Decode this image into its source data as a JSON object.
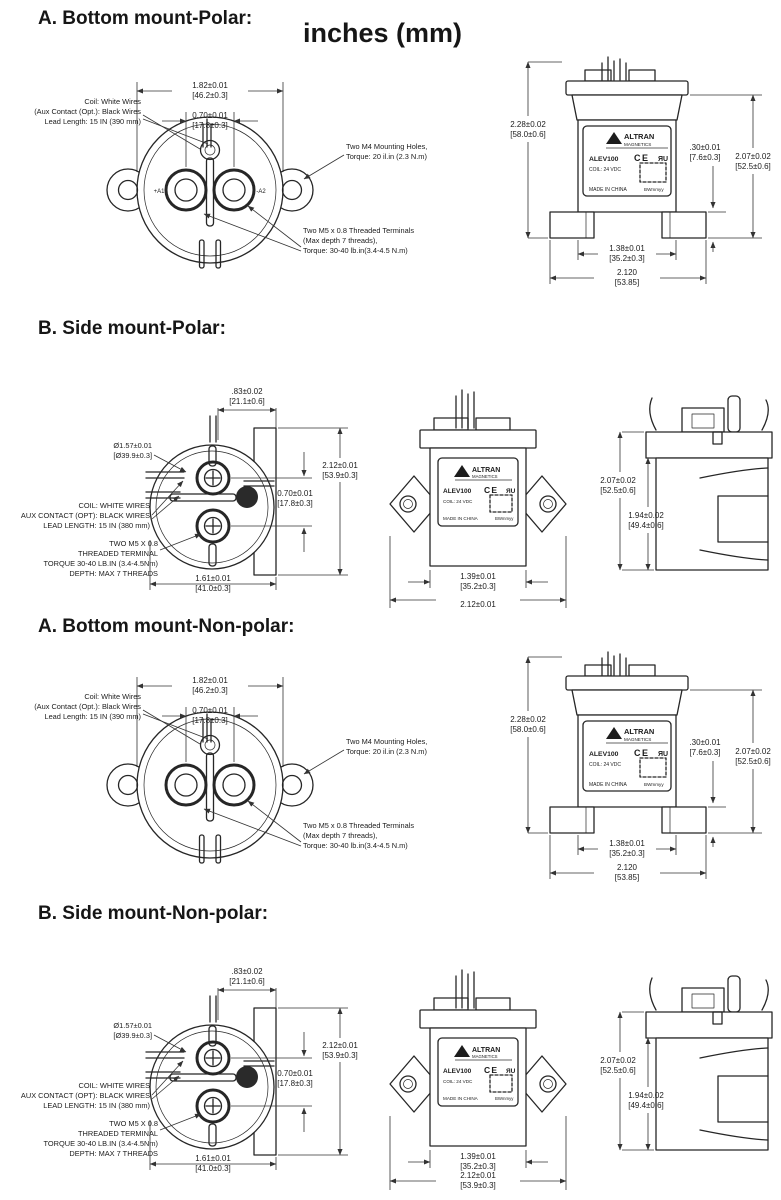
{
  "page": {
    "units_title": "inches (mm)"
  },
  "titles": {
    "a_polar": "A. Bottom mount-Polar:",
    "b_polar": "B. Side mount-Polar:",
    "a_nonpolar": "A. Bottom mount-Non-polar:",
    "b_nonpolar": "B. Side mount-Non-polar:"
  },
  "dims": {
    "w_182_in": "1.82±0.01",
    "w_182_mm": "[46.2±0.3]",
    "w_070_in": "0.70±0.01",
    "w_070_mm": "[17.8±0.3]",
    "h_228_in": "2.28±0.02",
    "h_228_mm": "[58.0±0.6]",
    "h_030_in": ".30±0.01",
    "h_030_mm": "[7.6±0.3]",
    "h_207_in": "2.07±0.02",
    "h_207_mm": "[52.5±0.6]",
    "w_138_in": "1.38±0.01",
    "w_138_mm": "[35.2±0.3]",
    "w_2120_in": "2.120",
    "w_2120_mm": "[53.85]",
    "w_083_in": ".83±0.02",
    "w_083_mm": "[21.1±0.6]",
    "d_157_in": "Ø1.57±0.01",
    "d_157_mm": "[Ø39.9±0.3]",
    "h_212_in": "2.12±0.01",
    "h_212_mm": "[53.9±0.3]",
    "w_161_in": "1.61±0.01",
    "w_161_mm": "[41.0±0.3]",
    "w_139_in": "1.39±0.01",
    "w_139_mm": "[35.2±0.3]",
    "h_194_in": "1.94±0.02",
    "h_194_mm": "[49.4±0.6]",
    "w_212_in": "2.12±0.01",
    "w_212_mm": "[53.9±0.3]"
  },
  "annotations": {
    "bottom_coil_1": "Coil: White Wires",
    "bottom_coil_2": "(Aux Contact (Opt.):  Black Wires",
    "bottom_coil_3": "Lead Length:  15 IN (390 mm)",
    "m4_1": "Two M4 Mounting Holes,",
    "m4_2": "Torque: 20 il.in (2.3 N.m)",
    "m5_bottom_1": "Two M5 x 0.8 Threaded Terminals",
    "m5_bottom_2": "(Max depth 7 threads),",
    "m5_bottom_3": "Torque: 30-40 lb.in(3.4-4.5 N.m)",
    "side_coil_1": "COIL: WHITE WIRES",
    "side_coil_2": "AUX CONTACT (OPT): BLACK WIRES",
    "side_coil_3": "LEAD LENGTH:  15 IN (380 mm)",
    "m5_side_1": "TWO M5 X 0.8",
    "m5_side_2": "THREADED TERMINAL",
    "m5_side_3": "TORQUE 30-40 LB.IN (3.4-4.5Nm)",
    "m5_side_4": "DEPTH: MAX 7 THREADS"
  },
  "terminals": {
    "a1": "+A1",
    "a2": "-A2"
  },
  "label": {
    "brand_top": "ALTRAN",
    "brand_bottom": "MAGNETICS",
    "model": "ALEV100",
    "coil": "COIL:  24 VDC",
    "made_in": "MADE IN CHINA",
    "date_code": "BWmmyy",
    "ce": "CE",
    "ul": "ЯU"
  }
}
